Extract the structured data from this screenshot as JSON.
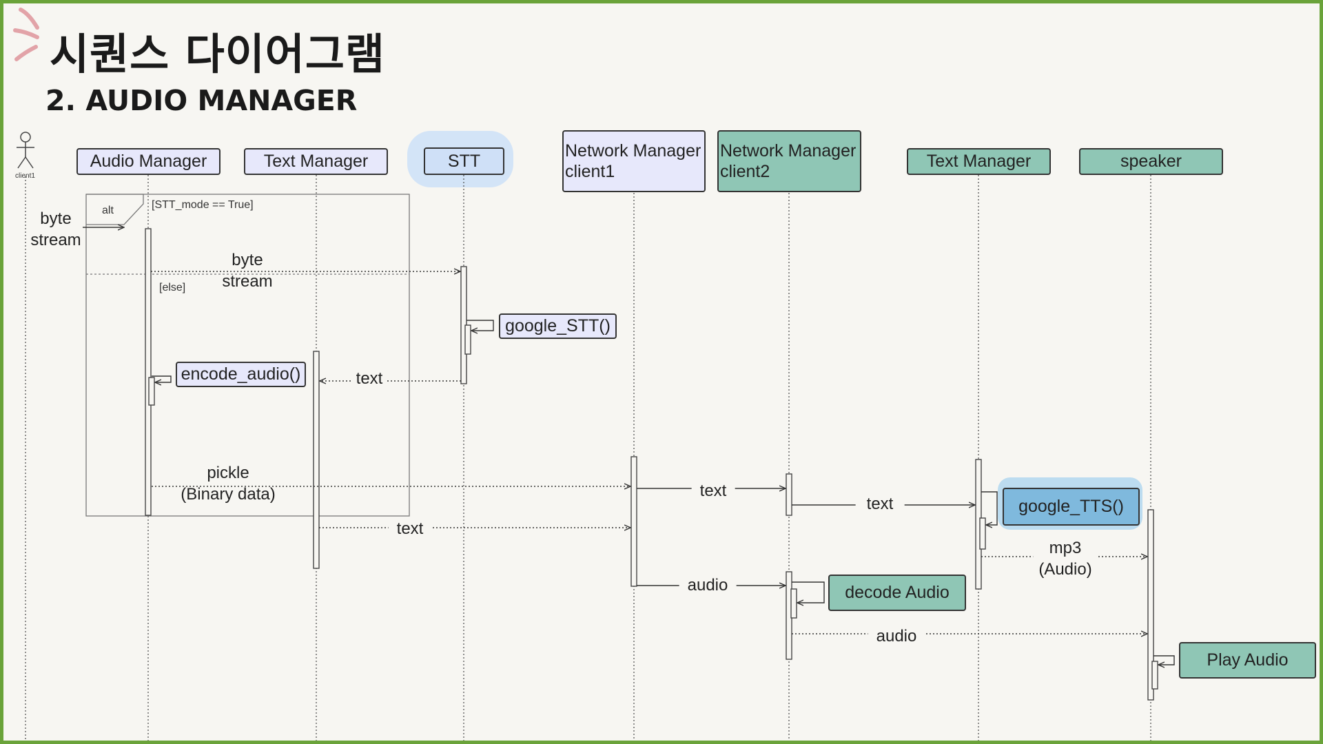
{
  "title": "시퀀스 다이어그램",
  "subtitle": "2. AUDIO MANAGER",
  "actor": {
    "name": "client1"
  },
  "participants": {
    "audio_manager": "Audio Manager",
    "text_manager_1": "Text Manager",
    "stt": "STT",
    "network_client1": "Network Manager\nclient1",
    "network_client2": "Network Manager\nclient2",
    "text_manager_2": "Text Manager",
    "speaker": "speaker"
  },
  "fragment": {
    "operator": "alt",
    "guard_if": "[STT_mode == True]",
    "guard_else": "[else]"
  },
  "functions": {
    "google_stt": "google_STT()",
    "encode_audio": "encode_audio()",
    "google_tts": "google_TTS()",
    "decode_audio": "decode Audio",
    "play_audio": "Play Audio"
  },
  "messages": {
    "input_byte_stream": "byte\nstream",
    "byte_stream_to_stt": "byte\nstream",
    "stt_text": "text",
    "pickle": "pickle\n(Binary data)",
    "text_to_network": "text",
    "text_c1_c2": "text",
    "text_c2_tm": "text",
    "audio_c1_c2": "audio",
    "mp3": "mp3\n(Audio)",
    "audio_to_speaker": "audio"
  },
  "colors": {
    "frame": "#6aa33a",
    "background": "#f7f6f2",
    "lavender": "#e7e8fb",
    "teal": "#8fc6b5",
    "blue": "#7fb9dd",
    "stt_fill": "#cfe0f7"
  }
}
